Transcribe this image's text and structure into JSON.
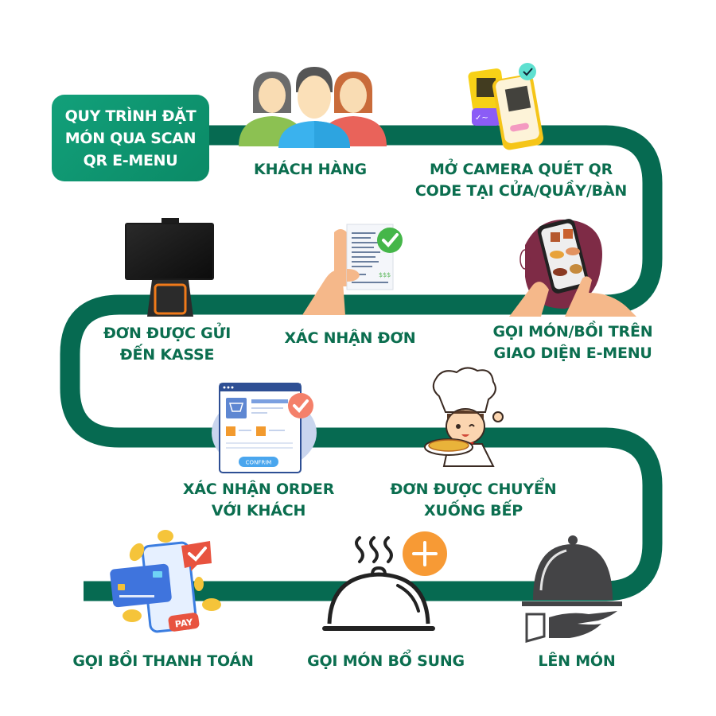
{
  "title": {
    "lines": [
      "QUY TRÌNH ĐẶT",
      "MÓN QUA SCAN",
      "QR E-MENU"
    ]
  },
  "colors": {
    "track": "#066a51",
    "title_bg": "#0f9872",
    "label_text": "#0b6e4f",
    "accent_orange": "#f79a35",
    "dark_icon": "#444446"
  },
  "steps": [
    {
      "id": 1,
      "lines": [
        "KHÁCH HÀNG"
      ],
      "icon": "customers-group-icon"
    },
    {
      "id": 2,
      "lines": [
        "MỞ CAMERA QUÉT QR",
        "CODE TẠI CỬA/QUẦY/BÀN"
      ],
      "icon": "qr-scan-phone-icon"
    },
    {
      "id": 3,
      "lines": [
        "GỌI MÓN/BỒI TRÊN",
        "GIAO DIỆN E-MENU"
      ],
      "icon": "phone-menu-hand-icon"
    },
    {
      "id": 4,
      "lines": [
        "XÁC NHẬN ĐƠN"
      ],
      "icon": "receipt-check-hand-icon"
    },
    {
      "id": 5,
      "lines": [
        "ĐƠN ĐƯỢC GỬI",
        "ĐẾN KASSE"
      ],
      "icon": "pos-terminal-icon"
    },
    {
      "id": 6,
      "lines": [
        "XÁC NHẬN ORDER",
        "VỚI KHÁCH"
      ],
      "icon": "confirm-order-window-icon",
      "button_text": "CONFRIM"
    },
    {
      "id": 7,
      "lines": [
        "ĐƠN ĐƯỢC CHUYỂN",
        "XUỐNG BẾP"
      ],
      "icon": "chef-pizza-icon"
    },
    {
      "id": 8,
      "lines": [
        "LÊN MÓN"
      ],
      "icon": "serving-cloche-hand-icon"
    },
    {
      "id": 9,
      "lines": [
        "GỌI MÓN BỔ SUNG"
      ],
      "icon": "cloche-plus-icon"
    },
    {
      "id": 10,
      "lines": [
        "GỌI BỒI THANH TOÁN"
      ],
      "icon": "card-phone-pay-icon",
      "badge_text": "PAY"
    }
  ],
  "receipt_amount": "$$$"
}
